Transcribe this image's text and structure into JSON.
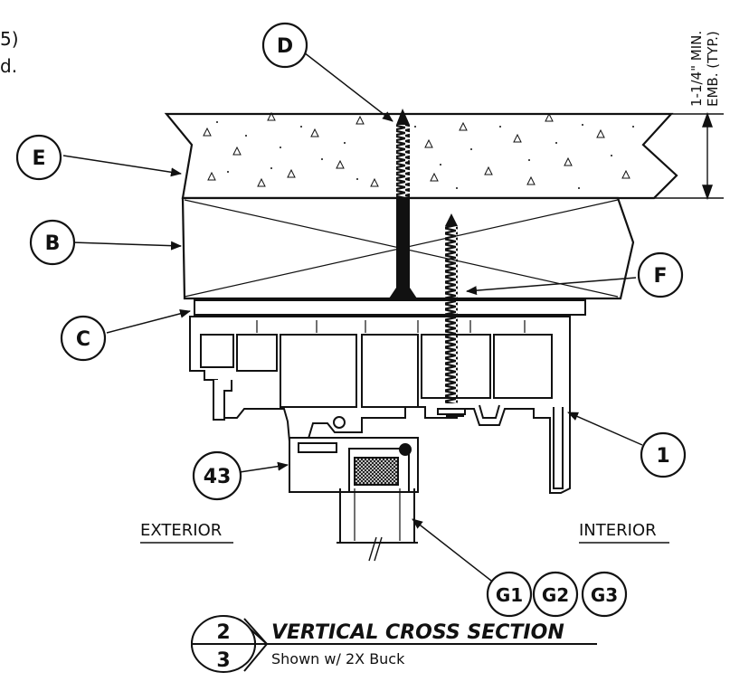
{
  "corner_note": {
    "line1": "5)",
    "line2": "d."
  },
  "dimension": {
    "line1": "1-1/4\" MIN.",
    "line2": "EMB. (TYP.)"
  },
  "callouts": {
    "D": "D",
    "E": "E",
    "B": "B",
    "F": "F",
    "C": "C",
    "one": "1",
    "forty_three": "43",
    "G1": "G1",
    "G2": "G2",
    "G3": "G3"
  },
  "labels": {
    "exterior": "EXTERIOR",
    "interior": "INTERIOR"
  },
  "title_block": {
    "detail_number": "2",
    "sheet_number": "3",
    "title": "VERTICAL CROSS SECTION",
    "subtitle": "Shown w/ 2X Buck"
  }
}
